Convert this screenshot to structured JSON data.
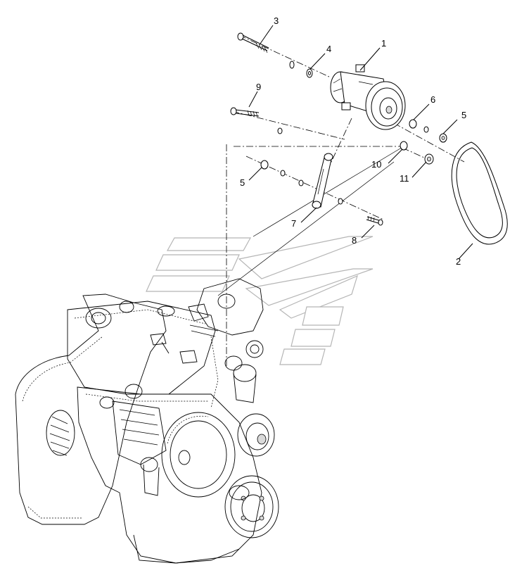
{
  "callouts": [
    {
      "id": "c1",
      "label": "1"
    },
    {
      "id": "c2",
      "label": "2"
    },
    {
      "id": "c3",
      "label": "3"
    },
    {
      "id": "c4",
      "label": "4"
    },
    {
      "id": "c5a",
      "label": "5"
    },
    {
      "id": "c5b",
      "label": "5"
    },
    {
      "id": "c6",
      "label": "6"
    },
    {
      "id": "c7",
      "label": "7"
    },
    {
      "id": "c8",
      "label": "8"
    },
    {
      "id": "c9",
      "label": "9"
    },
    {
      "id": "c10",
      "label": "10"
    },
    {
      "id": "c11",
      "label": "11"
    }
  ]
}
